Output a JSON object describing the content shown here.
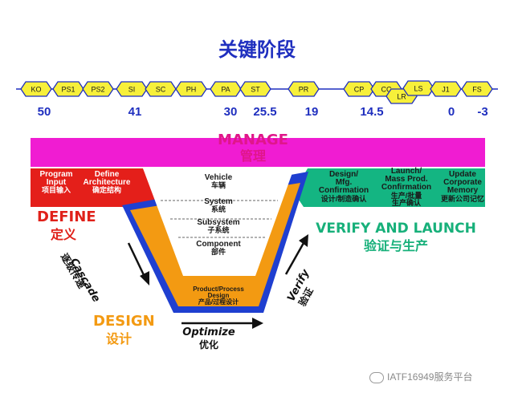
{
  "title": "关键阶段",
  "milestones": [
    {
      "label": "KO"
    },
    {
      "label": "PS1"
    },
    {
      "label": "PS2"
    },
    {
      "label": "SI"
    },
    {
      "label": "SC"
    },
    {
      "label": "PH"
    },
    {
      "label": "PA"
    },
    {
      "label": "ST"
    },
    {
      "label": "PR"
    },
    {
      "label": "CP"
    },
    {
      "label": "CC"
    },
    {
      "label": "LR"
    },
    {
      "label": "LS"
    },
    {
      "label": "J1"
    },
    {
      "label": "FS"
    }
  ],
  "milestone_numbers": [
    "50",
    "41",
    "30",
    "25.5",
    "19",
    "14.5",
    "0",
    "-3"
  ],
  "manage": {
    "en": "MANAGE",
    "cn": "管理"
  },
  "define_box": {
    "program": {
      "line1": "Program",
      "line2": "Input",
      "cn": "项目输入"
    },
    "define": {
      "line1": "Define",
      "line2": "Architecture",
      "cn": "确定结构"
    }
  },
  "levels": [
    {
      "en": "Vehicle",
      "cn": "车辆"
    },
    {
      "en": "System",
      "cn": "系统"
    },
    {
      "en": "Subsystem",
      "cn": "子系统"
    },
    {
      "en": "Component",
      "cn": "部件"
    }
  ],
  "design_box": {
    "line1": "Product/Process",
    "line2": "Design",
    "cn": "产品/过程设计"
  },
  "right_box": {
    "col1": {
      "line1": "Design/",
      "line2": "Mfg.",
      "line3": "Confirmation",
      "cn": "设计/制造确认"
    },
    "col2": {
      "line1": "Launch/",
      "line2": "Mass Prod.",
      "line3": "Confirmation",
      "cn1": "生产/批量",
      "cn2": "生产确认"
    },
    "col3": {
      "line1": "Update",
      "line2": "Corporate",
      "line3": "Memory",
      "cn": "更新公司记忆"
    }
  },
  "phases": {
    "define": {
      "en": "DEFINE",
      "cn": "定义"
    },
    "design": {
      "en": "DESIGN",
      "cn": "设计"
    },
    "verify_launch": {
      "en": "VERIFY AND LAUNCH",
      "cn": "验证与生产"
    }
  },
  "arrows": {
    "cascade": {
      "en": "Cascade",
      "cn": "逐级传递"
    },
    "optimize": {
      "en": "Optimize",
      "cn": "优化"
    },
    "verify": {
      "en": "Verify",
      "cn": "验证"
    }
  },
  "watermark": "IATF16949服务平台",
  "colors": {
    "blue": "#1f2fbf",
    "magenta": "#e0168a",
    "red": "#e0211a",
    "orange": "#f39a12",
    "teal": "#17b07a",
    "milestone_fill": "#f7f03a"
  }
}
